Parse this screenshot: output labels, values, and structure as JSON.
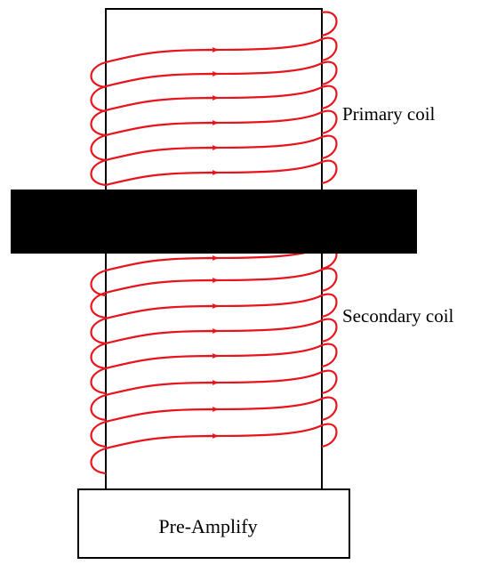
{
  "labels": {
    "primary": "Primary coil",
    "secondary": "Secondary coil",
    "preamp": "Pre-Amplify"
  },
  "colors": {
    "coil": "#e8141c",
    "outline": "#000000",
    "core": "#000000",
    "background": "#ffffff"
  }
}
